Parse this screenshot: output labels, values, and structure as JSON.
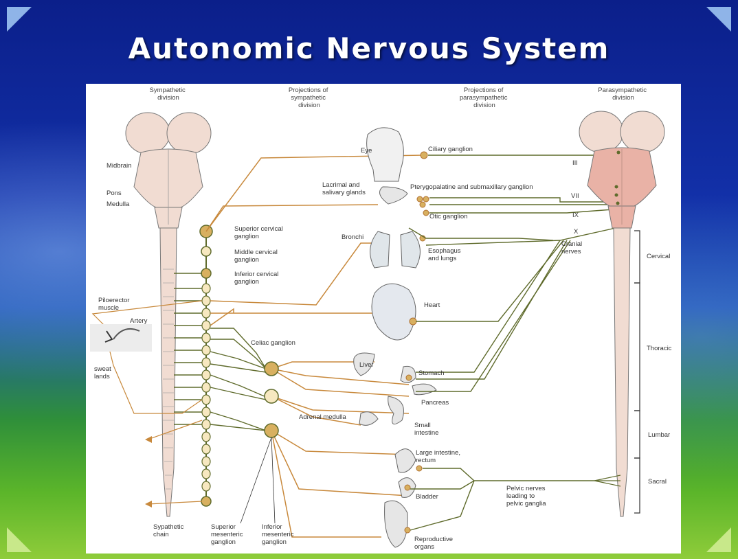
{
  "slide": {
    "title": "Autonomic Nervous System"
  },
  "headers": {
    "sympathetic_division": [
      "Sympathetic",
      "division"
    ],
    "projections_sympathetic": [
      "Projections of",
      "sympathetic",
      "division"
    ],
    "projections_parasympathetic": [
      "Projections of",
      "parasympathetic",
      "division"
    ],
    "parasympathetic_division": [
      "Parasympathetic",
      "division"
    ]
  },
  "brain_labels": {
    "midbrain": "Midbrain",
    "pons": "Pons",
    "medulla": "Medulla"
  },
  "ganglia": {
    "superior_cervical": [
      "Superior cervical",
      "ganglion"
    ],
    "middle_cervical": [
      "Middle cervical",
      "ganglion"
    ],
    "inferior_cervical": [
      "Inferior cervical",
      "ganglion"
    ],
    "celiac": "Celiac ganglion",
    "ciliary": "Ciliary ganglion",
    "pterygopalatine": "Pterygopalatine and submaxillary ganglion",
    "otic": "Otic ganglion",
    "sympathetic_chain": [
      "Sypathetic",
      "chain"
    ],
    "superior_mesenteric": [
      "Superior",
      "mesenteric",
      "ganglion"
    ],
    "inferior_mesenteric": [
      "Inferior",
      "mesenteric",
      "ganglion"
    ]
  },
  "skin_labels": {
    "piloerector": [
      "Piloerector",
      "muscle"
    ],
    "artery": "Artery",
    "sweat_glands": [
      "sweat",
      "lands"
    ]
  },
  "organs": {
    "eye": "Eye",
    "lacrimal": [
      "Lacrimal and",
      "salivary glands"
    ],
    "bronchi": "Bronchi",
    "esophagus": [
      "Esophagus",
      "and lungs"
    ],
    "heart": "Heart",
    "liver": "Liver",
    "stomach": "Stomach",
    "pancreas": "Pancreas",
    "adrenal": "Adrenal medulla",
    "small_intestine": [
      "Small",
      "intestine"
    ],
    "large_intestine": [
      "Large intestine,",
      "rectum"
    ],
    "bladder": "Bladder",
    "reproductive": [
      "Reproductive",
      "organs"
    ]
  },
  "nerves": {
    "cn_iii": "III",
    "cn_vii": "VII",
    "cn_ix": "IX",
    "cn_x": "X",
    "cranial": [
      "Cranial",
      "nerves"
    ],
    "pelvic": [
      "Pelvic nerves",
      "leading to",
      "pelvic ganglia"
    ]
  },
  "regions": {
    "cervical": "Cervical",
    "thoracic": "Thoracic",
    "lumbar": "Lumbar",
    "sacral": "Sacral"
  },
  "colors": {
    "sympathetic_line": "#c8893c",
    "parasympathetic_line": "#5f6b2c",
    "ganglion_fill": "#d8b060",
    "cord_fill": "#f0d8cc",
    "brain_para_fill": "#e9b2a6"
  }
}
